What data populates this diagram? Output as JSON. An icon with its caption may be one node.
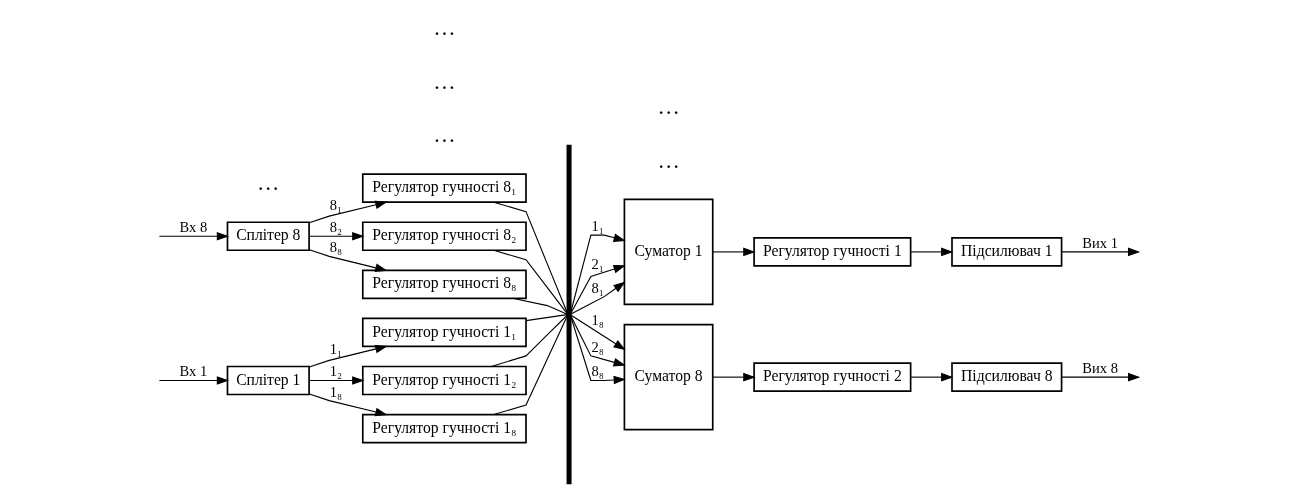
{
  "diagram": {
    "nodes": [
      {
        "text": [
          "Сплітер 1"
        ]
      },
      {
        "text": [
          "Регулятор гучності 1₁"
        ]
      },
      {
        "text": [
          "Регулятор гучності 1₂"
        ]
      },
      {
        "text": [
          "Регулятор гучності 1₈"
        ]
      },
      {
        "text": [
          "Сплітер 8"
        ]
      },
      {
        "text": [
          "Регулятор гучності 8₁"
        ]
      },
      {
        "text": [
          "Регулятор гучності 8₂"
        ]
      },
      {
        "text": [
          "Регулятор гучності 8₈"
        ]
      },
      {
        "text": [],
        "shape": "bar"
      },
      {
        "text": [
          "Суматор 1"
        ]
      },
      {
        "text": [
          "Суматор 8"
        ]
      },
      {
        "text": [
          "Регулятор гучності 1"
        ]
      },
      {
        "text": [
          "Підсилювач 1"
        ]
      },
      {
        "text": [
          "Регулятор гучності 2"
        ]
      },
      {
        "text": [
          "Підсилювач 8"
        ]
      }
    ],
    "edges": [
      {
        "from": null,
        "to": 0,
        "arrow": "to",
        "label": "Вх 1"
      },
      {
        "from": 0,
        "to": 1,
        "arrow": "to",
        "label": "1₁"
      },
      {
        "from": 0,
        "to": 2,
        "arrow": "to",
        "label": "1₂"
      },
      {
        "from": 0,
        "to": 3,
        "arrow": "to",
        "label": "1₈"
      },
      {
        "from": null,
        "to": 4,
        "arrow": "to",
        "label": "Вх 8"
      },
      {
        "from": 4,
        "to": 5,
        "arrow": "to",
        "label": "8₁"
      },
      {
        "from": 4,
        "to": 6,
        "arrow": "to",
        "label": "8₂"
      },
      {
        "from": 4,
        "to": 7,
        "arrow": "to",
        "label": "8₈"
      },
      {
        "from": 1,
        "to": 8,
        "arrow": "none"
      },
      {
        "from": 2,
        "to": 8,
        "arrow": "none"
      },
      {
        "from": 3,
        "to": 8,
        "arrow": "none"
      },
      {
        "from": 5,
        "to": 8,
        "arrow": "none"
      },
      {
        "from": 6,
        "to": 8,
        "arrow": "none"
      },
      {
        "from": 7,
        "to": 8,
        "arrow": "none"
      },
      {
        "from": 8,
        "to": 9,
        "arrow": "to",
        "label": "1₁"
      },
      {
        "from": 8,
        "to": 9,
        "arrow": "to",
        "label": "2₁"
      },
      {
        "from": 8,
        "to": 9,
        "arrow": "to",
        "label": "8₁"
      },
      {
        "from": 8,
        "to": 10,
        "arrow": "to",
        "label": "1₈"
      },
      {
        "from": 8,
        "to": 10,
        "arrow": "to",
        "label": "2₈"
      },
      {
        "from": 8,
        "to": 10,
        "arrow": "to",
        "label": "8₈"
      },
      {
        "from": 9,
        "to": 11,
        "arrow": "to"
      },
      {
        "from": 11,
        "to": 12,
        "arrow": "to"
      },
      {
        "from": 12,
        "to": null,
        "arrow": "to",
        "label": "Вих 1"
      },
      {
        "from": 10,
        "to": 13,
        "arrow": "to"
      },
      {
        "from": 13,
        "to": 14,
        "arrow": "to"
      },
      {
        "from": 14,
        "to": null,
        "arrow": "to",
        "label": "Вих 8"
      }
    ],
    "labels": [
      "…",
      "…",
      "…",
      "…",
      "…",
      "…"
    ]
  }
}
